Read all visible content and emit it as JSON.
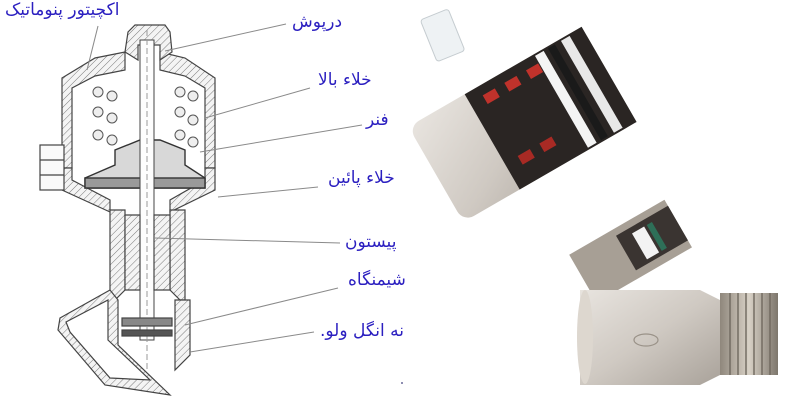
{
  "diagram": {
    "title": "Angle seat pneumatic valve - cross-section and cutaway photo",
    "label_color": "#2b1fc0",
    "leader_line_color": "#8a8a8a",
    "labels": [
      {
        "id": "actuator",
        "text": "اکچیتور پنوماتیک"
      },
      {
        "id": "cap",
        "text": "درپوش"
      },
      {
        "id": "upper-chamber",
        "text": "خلاء بالا"
      },
      {
        "id": "spring",
        "text": "فنر"
      },
      {
        "id": "lower-chamber",
        "text": "خلاء پائین"
      },
      {
        "id": "piston",
        "text": "پیستون"
      },
      {
        "id": "seat",
        "text": "شیمنگاه"
      },
      {
        "id": "valve-body",
        "text": "نه انگل ولو."
      }
    ],
    "left_panel": "technical cross-section drawing",
    "right_panel": "cutaway photograph of angle seat valve"
  }
}
